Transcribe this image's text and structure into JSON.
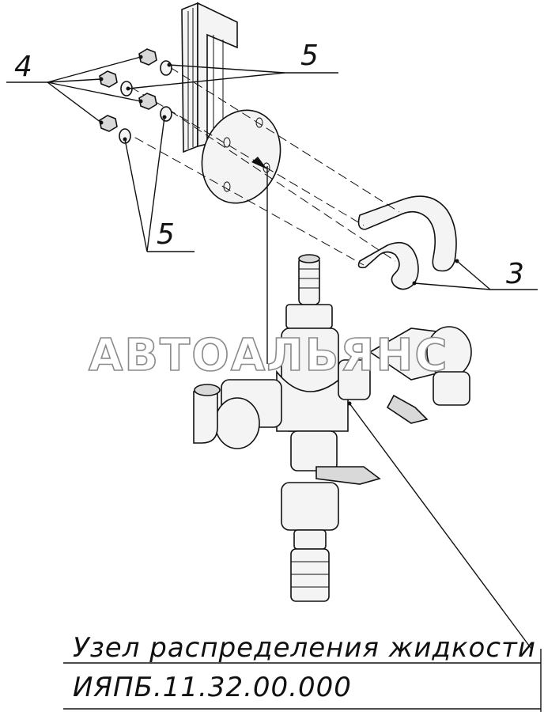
{
  "callouts": {
    "nuts": "4",
    "washers_top": "5",
    "washers_bottom": "5",
    "u_bolts": "3"
  },
  "title_block": {
    "name": "Узел распределения жидкости",
    "code": "ИЯПБ.11.32.00.000"
  },
  "watermark": "АВТОАЛЬЯНС"
}
